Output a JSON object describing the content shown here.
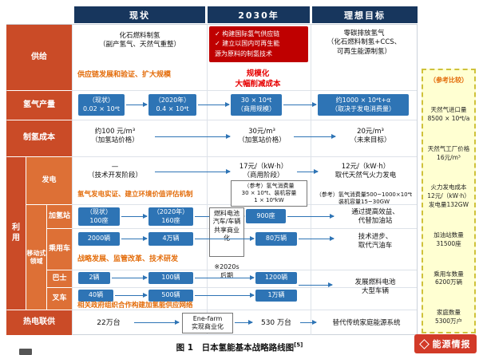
{
  "header": {
    "current": "现状",
    "y2030": "2030年",
    "ideal": "理想目标"
  },
  "labels": {
    "supply": "供给",
    "production": "氢气产量",
    "cost": "制氢成本",
    "use": "利\n用",
    "power": "发电",
    "mobile": "移动式\n领域",
    "station": "加氢站",
    "car": "乘用车",
    "bus": "巴士",
    "forklift": "叉车",
    "chp": "热电联供"
  },
  "supply": {
    "current": "化石燃料制氢\n（副产氢气、天然气重整）",
    "plan": "✓ 构建国际氢气供应链\n✓ 建立以国内可再生能\n源为原料的制氢技术",
    "ideal": "零碳排放氢气\n（化石燃料制氢+CCS、\n可再生能源制氢）"
  },
  "banners": {
    "supply_chain": "供应链发展和验证、扩大规模",
    "scale": "规模化\n大幅削减成本",
    "power_proof": "氢气发电实证、建立环境价值评估机制",
    "strategy": "战略发展、监管改革、技术研发",
    "network": "相关政府组织合作构建加氢能供应网络"
  },
  "production": {
    "now": "（现状）\n0.02 × 10⁴t",
    "y2020": "（2020年）\n0.4 × 10⁴t",
    "y2030": "30 × 10⁴t\n（商用规模）",
    "ideal": "约1000 × 10⁴t+α\n（取决于发电消费量）"
  },
  "cost": {
    "current": "约100 元/m³\n（加氢站价格）",
    "y2030": "30元/m³\n（加氢站价格）",
    "ideal": "20元/m³\n（未来目标）"
  },
  "power": {
    "current": "—\n（技术开发阶段）",
    "y2030": "17元/（kW·h）\n（商用阶段）",
    "ideal": "12元/（kW·h）\n取代天然气火力发电",
    "ref2030": "（参考）氢气消费量\n30 × 10⁴t、装机容量\n1 × 10⁶kW",
    "ref_ideal": "（参考）氢气消费量500~1000×10⁴t\n装机容量15~30GW"
  },
  "station": {
    "now": "（现状）\n100座",
    "y2020": "（2020年）\n160座",
    "y2030": "900座",
    "ideal": "通过提高效益、\n代替加油站"
  },
  "fuelcell": {
    "box": "燃料电池汽车/车辆共享商业化",
    "note": "※2020s\n后期"
  },
  "car": {
    "now": "2000辆",
    "y2020": "4万辆",
    "y2030": "80万辆",
    "ideal": "技术进步、\n取代汽油车"
  },
  "bus": {
    "now": "2辆",
    "y2020": "100辆",
    "y2030": "1200辆"
  },
  "forklift": {
    "now": "40辆",
    "y2020": "500辆",
    "y2030": "1万辆"
  },
  "heavy_ideal": "发展燃料电池\n大型车辆",
  "chp": {
    "now": "22万台",
    "box": "Ene-farm\n实现商业化",
    "mid": "530 万台",
    "ideal": "替代传统家庭能源系统"
  },
  "reference": {
    "title": "（参考比较）",
    "items": [
      "天然气进口量\n8500 × 10⁴t/a",
      "天然气工厂价格\n16元/m³",
      "火力发电成本\n12元/（kW·h）\n发电量132GW",
      "加油站数量\n31500座",
      "乘用车数量\n6200万辆",
      "家庭数量\n5300万户"
    ]
  },
  "caption": {
    "text": "图 1　日本氢能基本战略路线图",
    "ref": "[5]"
  },
  "logo": {
    "text": "能源情报"
  },
  "icons": {
    "arrow": "→",
    "check": "✓"
  },
  "colors": {
    "navy_header": "#17365d",
    "blue_box": "#2e74b5",
    "label_main": "#ca4b27",
    "label_sub": "#dd7036",
    "red_box": "#bf0000",
    "orange_text": "#e36c0a",
    "red_text": "#e60000",
    "reference_bg": "#ffffd2",
    "logo_red": "#d23a28"
  }
}
